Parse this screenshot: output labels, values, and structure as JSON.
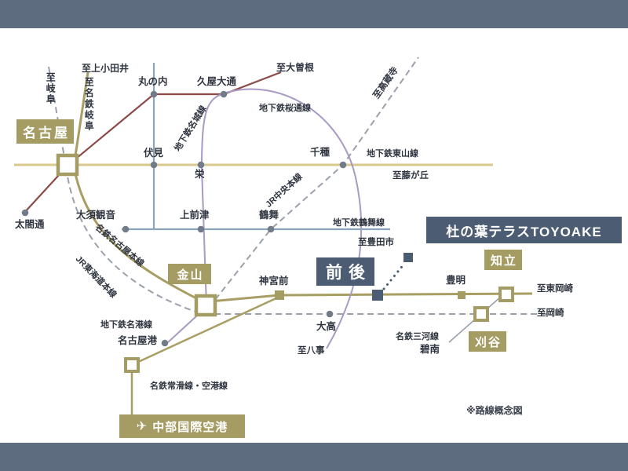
{
  "property": {
    "name": "杜の葉テラスTOYOAKE"
  },
  "note": "※路線概念図",
  "boxed_stations": {
    "nagoya": "名古屋",
    "kanayama": "金山",
    "zengo": "前後",
    "chiryu": "知立",
    "kariya": "刈谷",
    "airport": "中部国際空港"
  },
  "stations": {
    "marunouchi": "丸の内",
    "hisayaodori": "久屋大通",
    "fushimi": "伏見",
    "sakae": "栄",
    "chikusa": "千種",
    "osu_kannon": "大須観音",
    "kamimaezu": "上前津",
    "tsurumai": "鶴舞",
    "taikodori": "太閤通",
    "nagoyako": "名古屋港",
    "jingumae": "神宮前",
    "odaka": "大高",
    "toyoake": "豊明",
    "hekinan": "碧南"
  },
  "lines": {
    "sakuradori": "地下鉄桜通線",
    "higashiyama": "地下鉄東山線",
    "meijo": "地下鉄名城線",
    "tsurumai_line": "地下鉄鶴舞線",
    "jr_chuo": "JR中央本線",
    "meitetsu_nagoya": "名鉄名古屋本線",
    "jr_tokaido": "JR東海道本線",
    "meiko": "地下鉄名港線",
    "tokoname": "名鉄常滑線・空港線",
    "mikawa": "名鉄三河線"
  },
  "destinations": {
    "gifu": "至岐阜",
    "meitetsu_gifu": "至名鉄岐阜",
    "kamiotai": "至上小田井",
    "ozone": "至大曽根",
    "kozoji": "至高蔵寺",
    "fujigaoka": "至藤が丘",
    "toyotashi": "至豊田市",
    "yagoto": "至八事",
    "higashi_okazaki": "至東岡崎",
    "okazaki": "至岡崎"
  },
  "icons": {
    "airplane": "✈"
  },
  "colors": {
    "bar": "#5e6c80",
    "gold": "#a59c63",
    "slate": "#4b5c73",
    "higashiyama_yellow": "#d9c98e",
    "sakuradori_red": "#8c4a46",
    "tsurumai_blue": "#8ba4ba",
    "meijo_purple": "#a89ac2",
    "jr_gray": "#9aa1ab"
  }
}
